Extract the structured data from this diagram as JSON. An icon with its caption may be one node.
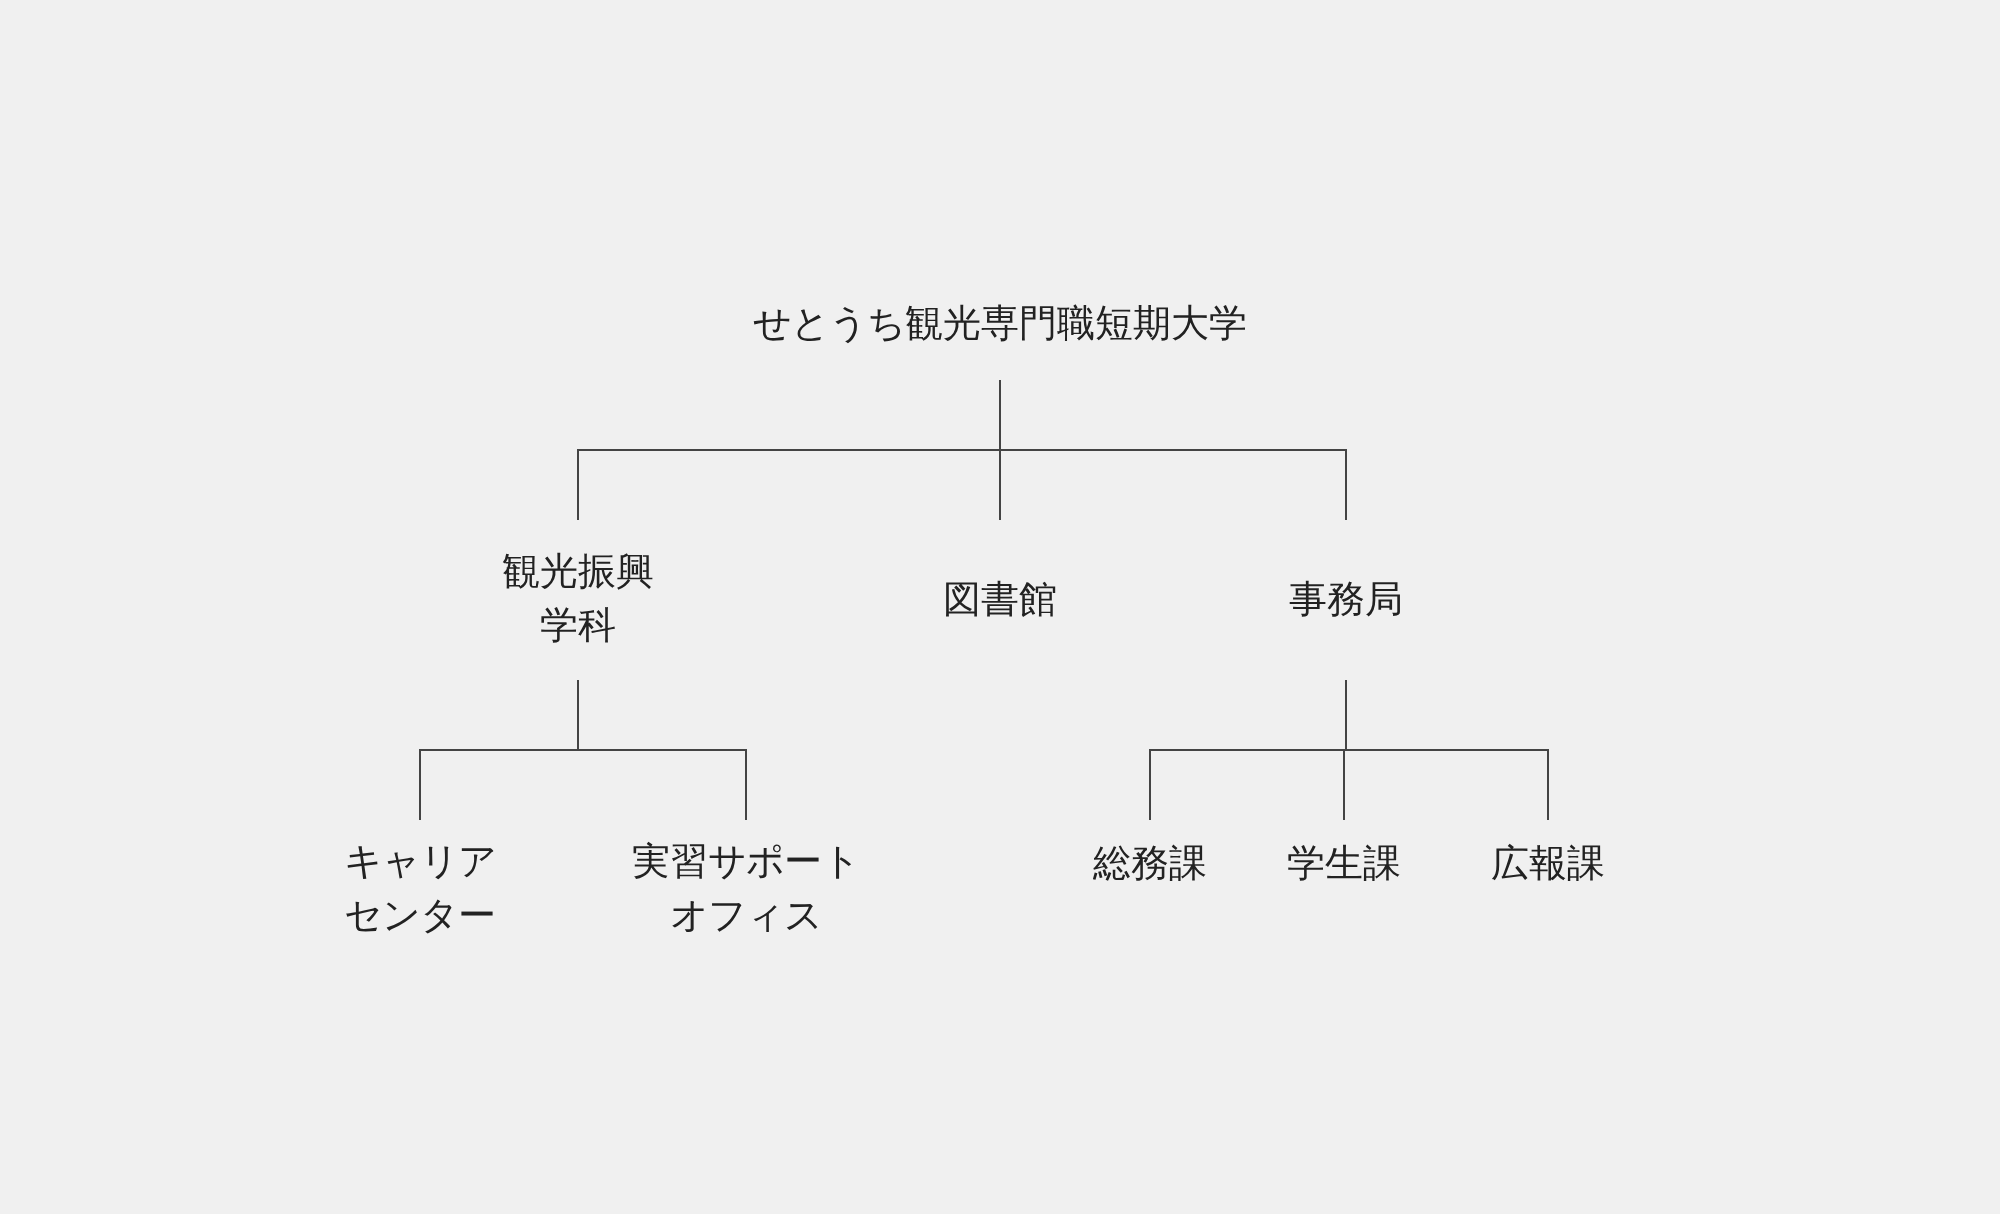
{
  "diagram": {
    "nodes": [
      {
        "text": [
          "せとうち観光専門職短期大学"
        ]
      },
      {
        "text": [
          "観光振興学科"
        ]
      },
      {
        "text": [
          "図書館"
        ]
      },
      {
        "text": [
          "事務局"
        ]
      },
      {
        "text": [
          "キャリアセンター"
        ]
      },
      {
        "text": [
          "実習サポートオフィス"
        ]
      },
      {
        "text": [
          "総務課"
        ]
      },
      {
        "text": [
          "学生課"
        ]
      },
      {
        "text": [
          "広報課"
        ]
      }
    ],
    "edges": [
      {
        "from": 0,
        "to": 1,
        "arrow": "none"
      },
      {
        "from": 0,
        "to": 2,
        "arrow": "none"
      },
      {
        "from": 0,
        "to": 3,
        "arrow": "none"
      },
      {
        "from": 1,
        "to": 4,
        "arrow": "none"
      },
      {
        "from": 1,
        "to": 5,
        "arrow": "none"
      },
      {
        "from": 3,
        "to": 6,
        "arrow": "none"
      },
      {
        "from": 3,
        "to": 7,
        "arrow": "none"
      },
      {
        "from": 3,
        "to": 8,
        "arrow": "none"
      }
    ]
  }
}
